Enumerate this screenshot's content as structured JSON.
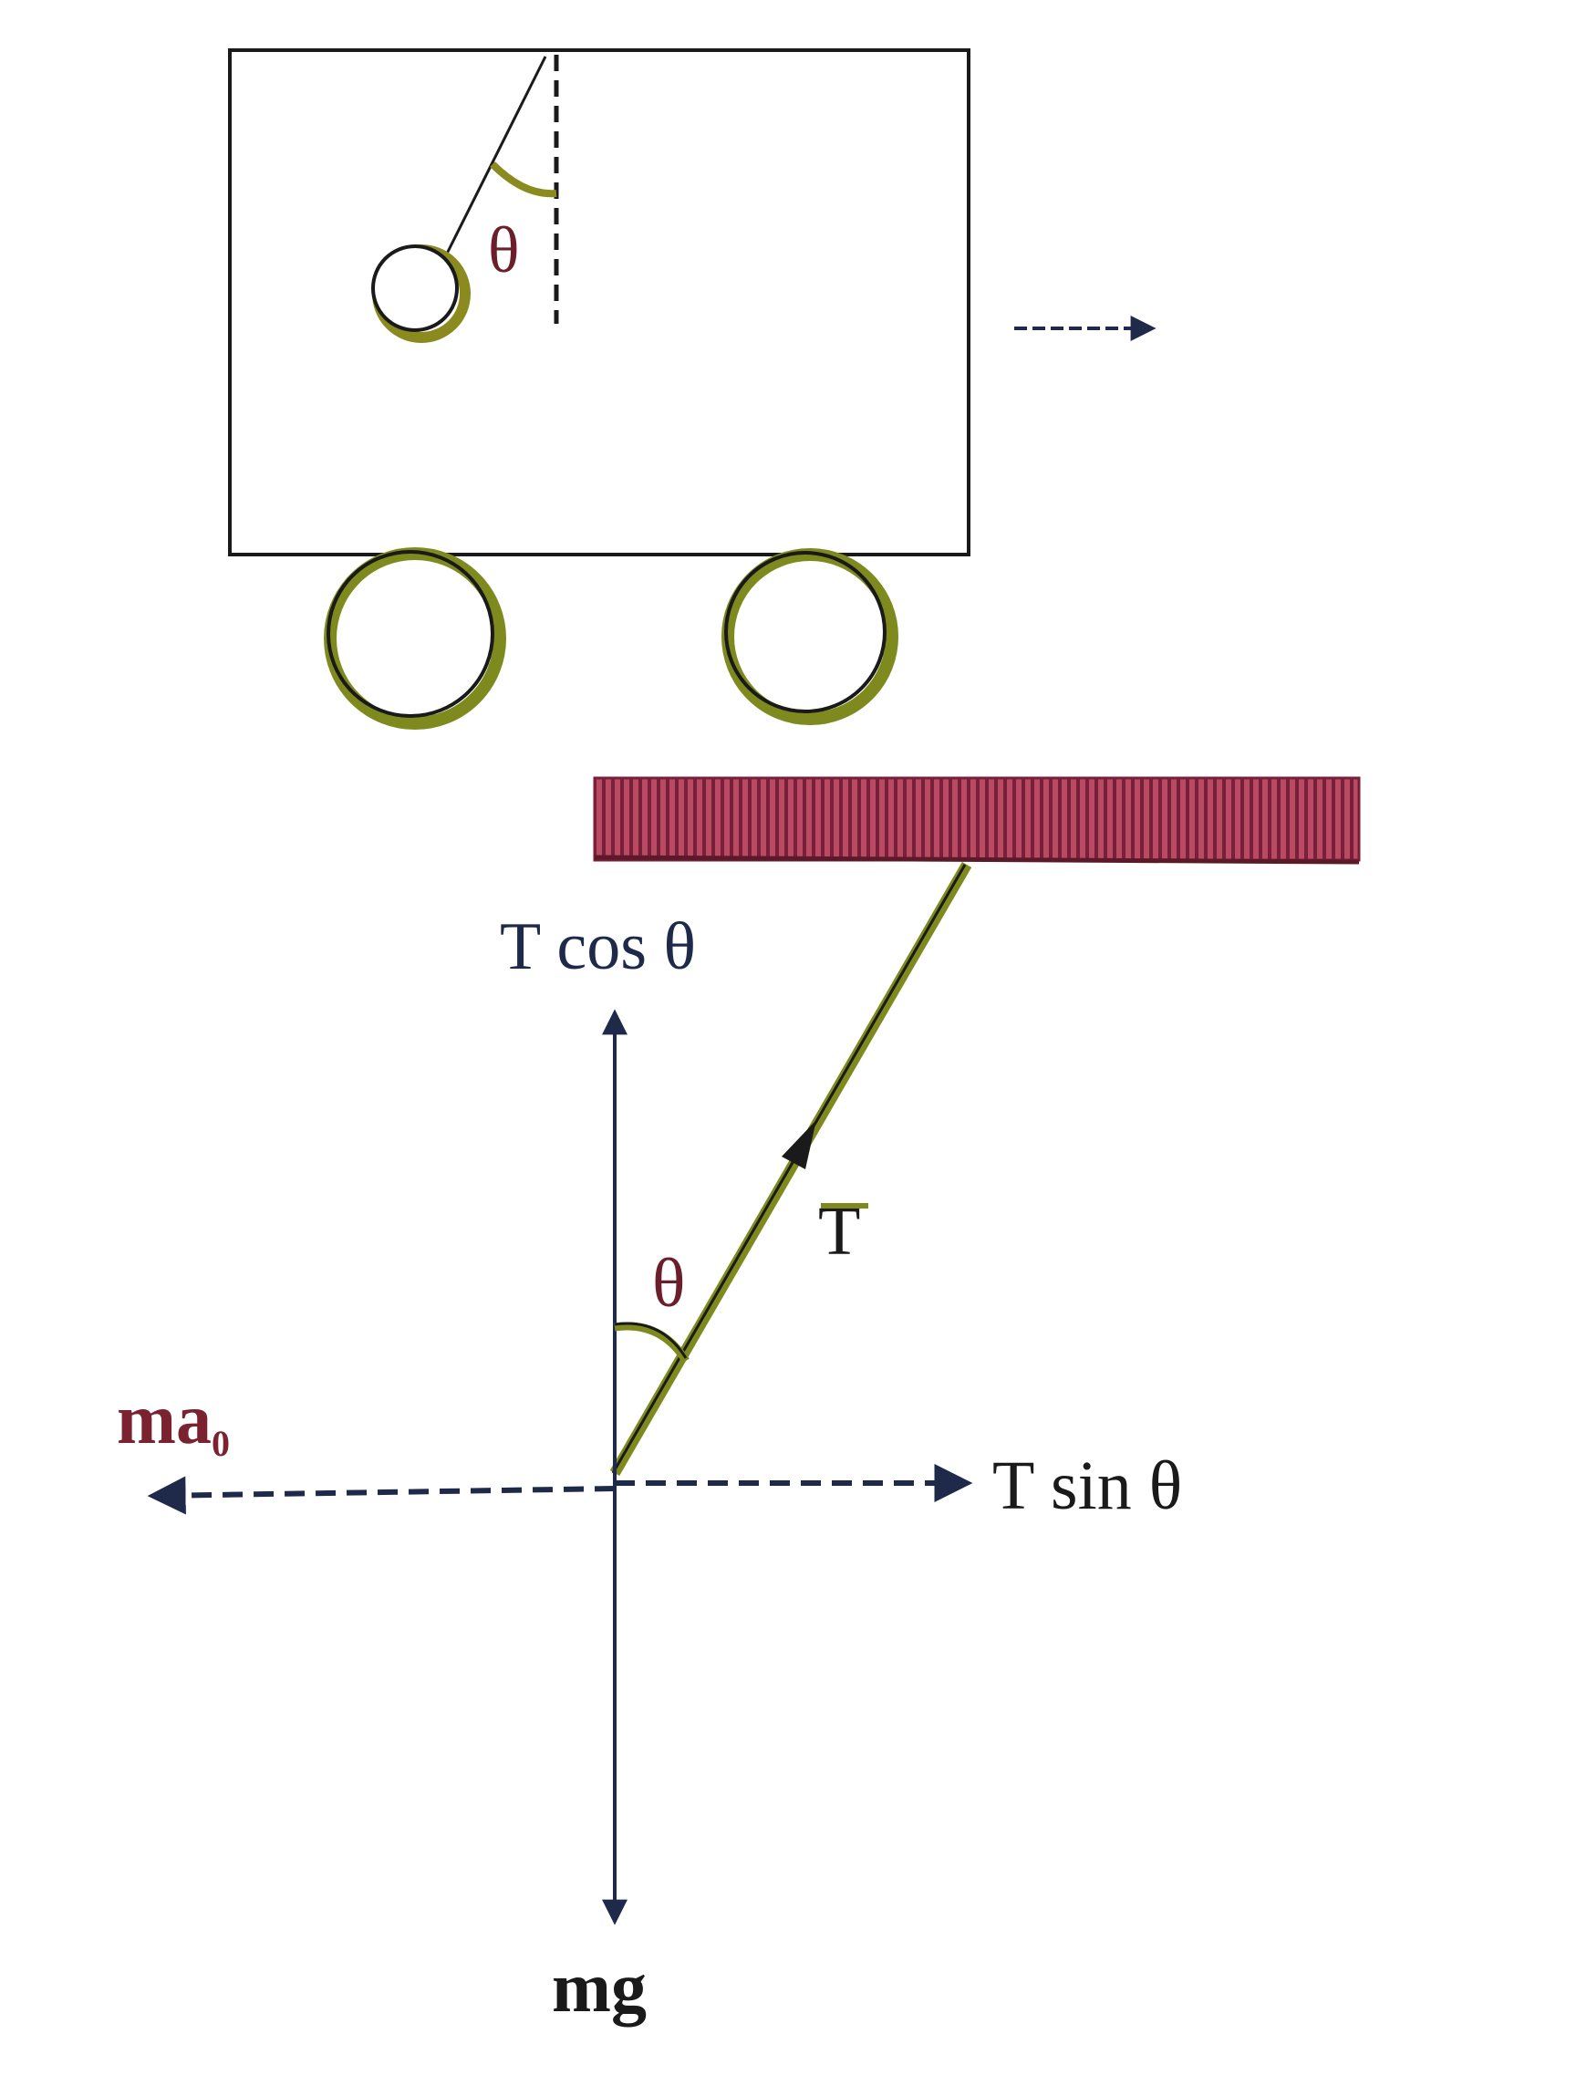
{
  "labels": {
    "theta_cart": "θ",
    "theta_fbd": "θ",
    "t_cos": "T cos θ",
    "t_sin": "T sin θ",
    "tension": "T",
    "pseudo_force_main": "ma",
    "pseudo_force_sub": "0",
    "weight": "mg"
  },
  "colors": {
    "line": "#1a1a1a",
    "arrow": "#1f2a4a",
    "bob_shadow": "#8a8a1e",
    "string_fill": "#7f8a1e",
    "ceiling": "#9a2d4a",
    "theta_text": "#6a1f2a",
    "ma_text": "#7a2230"
  }
}
